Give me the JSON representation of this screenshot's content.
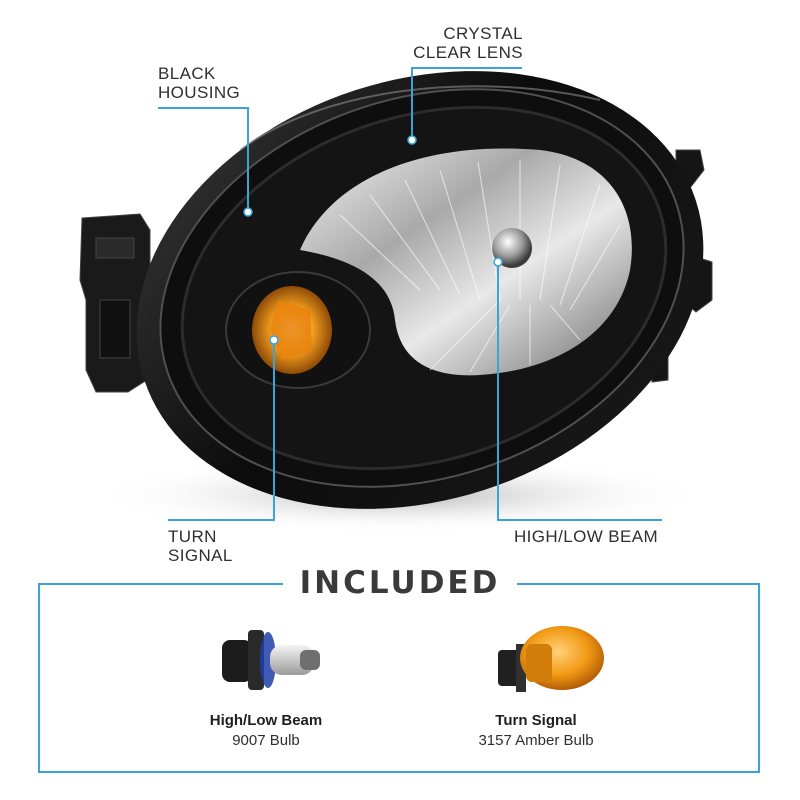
{
  "callouts": {
    "housing": [
      "BLACK",
      "HOUSING"
    ],
    "lens": [
      "CRYSTAL",
      "CLEAR LENS"
    ],
    "turn_signal": [
      "TURN",
      "SIGNAL"
    ],
    "high_low": [
      "HIGH/LOW BEAM"
    ]
  },
  "included": {
    "title": "INCLUDED",
    "items": [
      {
        "name": "High/Low Beam",
        "desc": "9007 Bulb"
      },
      {
        "name": "Turn Signal",
        "desc": "3157 Amber Bulb"
      }
    ]
  },
  "colors": {
    "accent": "#3aa3d8",
    "text": "#2f2f2f",
    "amber": "#f29a14"
  }
}
